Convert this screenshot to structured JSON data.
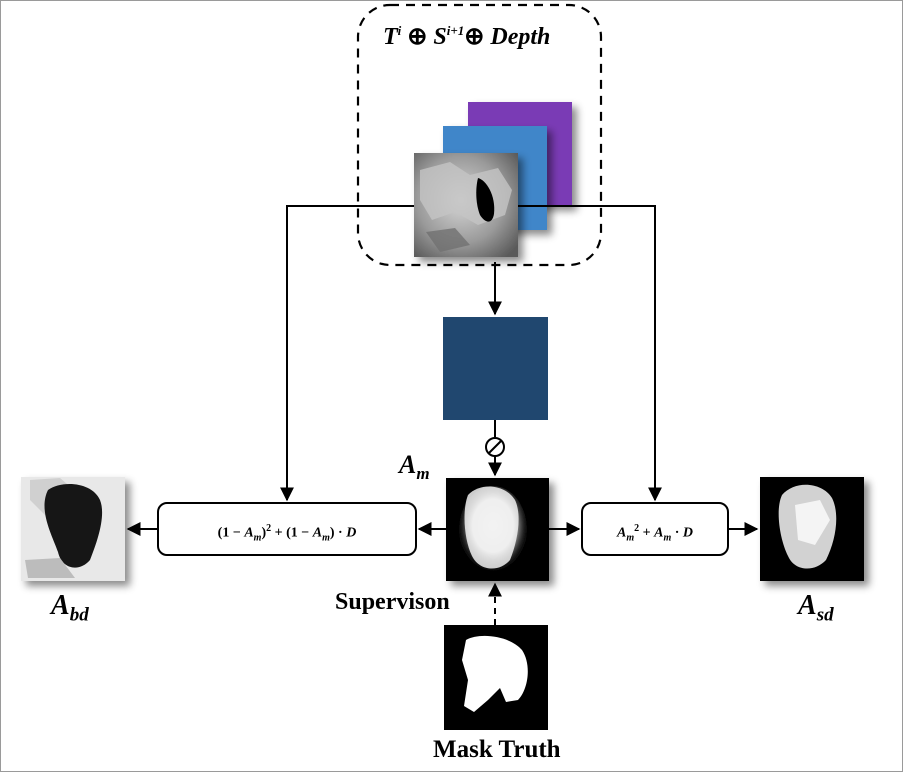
{
  "header": {
    "t": "T",
    "t_sup": "i",
    "s": "S",
    "s_sup": "i+1",
    "depth": "Depth",
    "oplus": "⊕"
  },
  "labels": {
    "am": "A",
    "am_sub": "m",
    "abd": "A",
    "abd_sub": "bd",
    "asd": "A",
    "asd_sub": "sd",
    "supervision": "Supervison",
    "mask_truth": "Mask Truth"
  },
  "formulas": {
    "left": {
      "p1": "(1 − ",
      "a1": "A",
      "m1": "m",
      "p2": ")",
      "sq": "2",
      "p3": " + (1 − ",
      "a2": "A",
      "m2": "m",
      "p4": ") · ",
      "d": "D"
    },
    "right": {
      "a1": "A",
      "m1": "m",
      "sq": "2",
      "p1": " + ",
      "a2": "A",
      "m2": "m",
      "p2": " · ",
      "d": "D"
    }
  },
  "symbols": {
    "sigmoid": "sigmoid-operator-icon"
  },
  "colors": {
    "purple": "#7a3bb5",
    "blue": "#3f86c9",
    "conv_block": "#20476f",
    "line": "#000000",
    "background": "#ffffff"
  }
}
